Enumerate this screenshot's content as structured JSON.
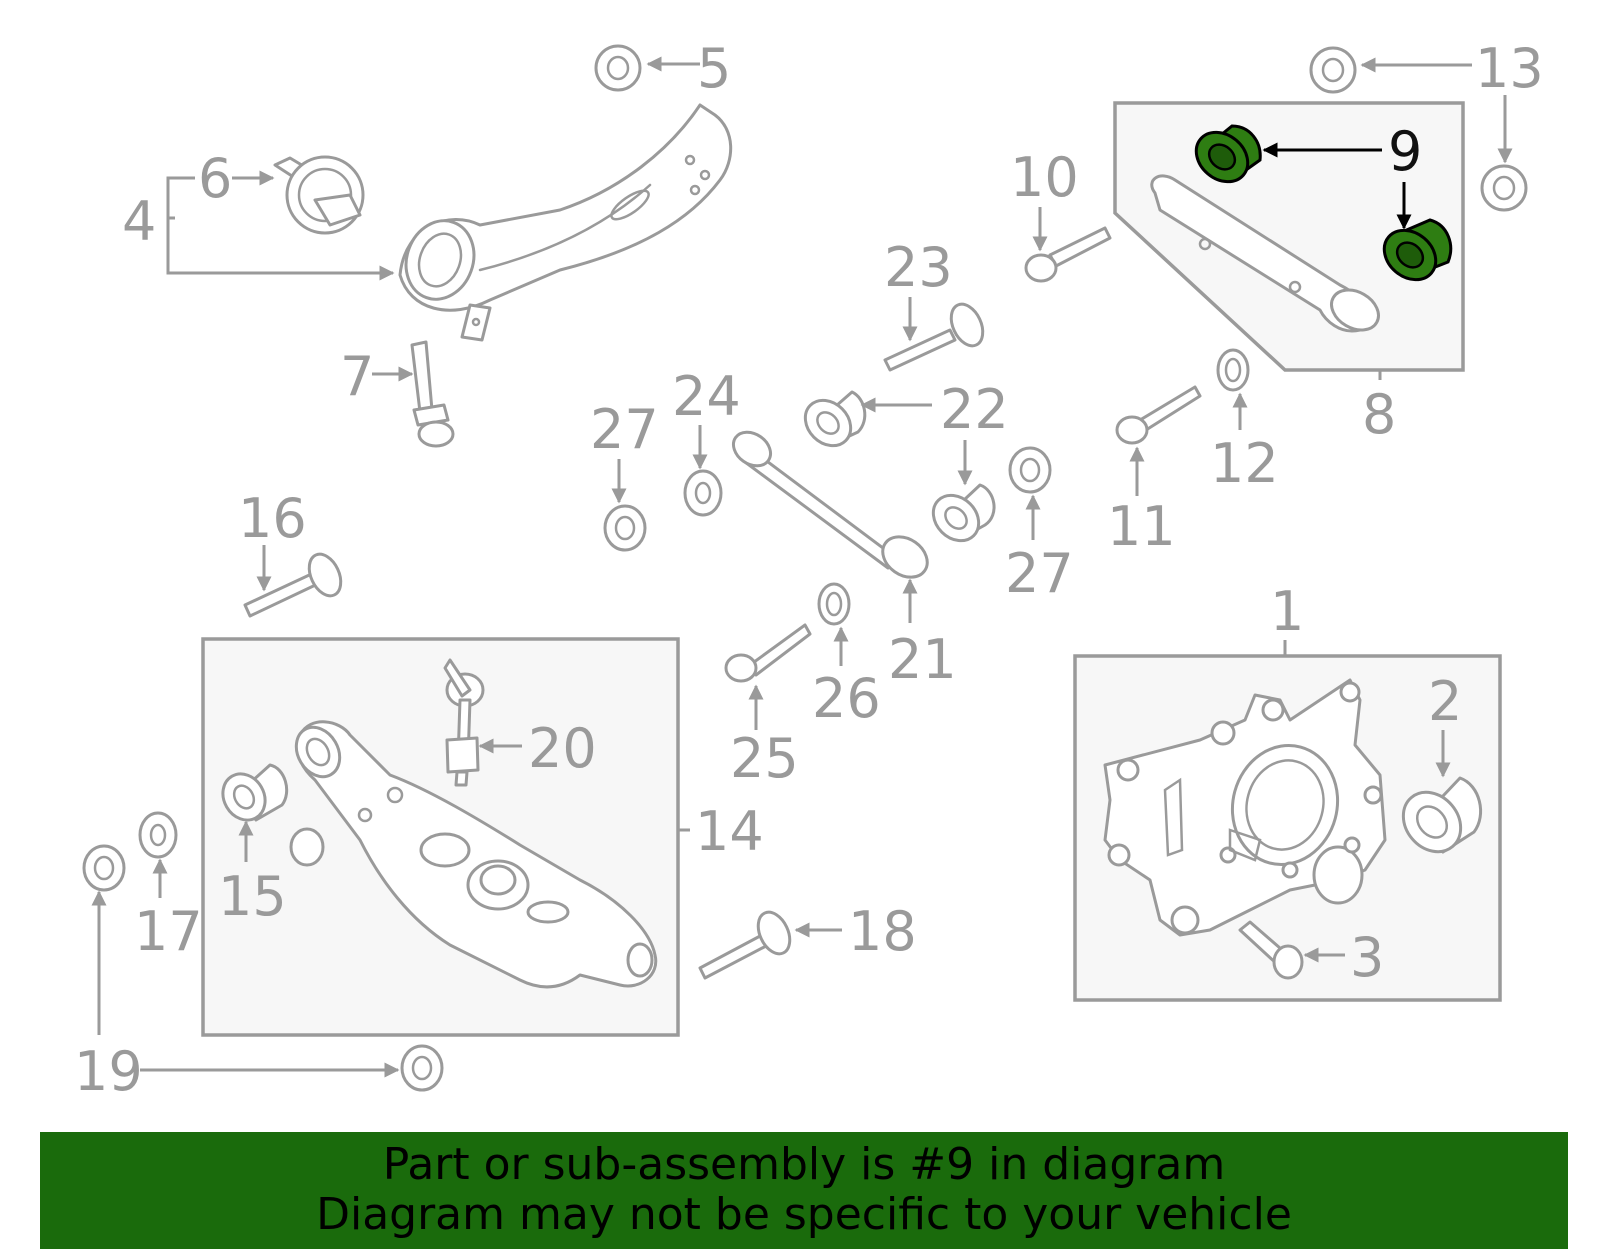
{
  "callouts": {
    "c1": "1",
    "c2": "2",
    "c3": "3",
    "c4": "4",
    "c5": "5",
    "c6": "6",
    "c7": "7",
    "c8": "8",
    "c9": "9",
    "c10": "10",
    "c11": "11",
    "c12": "12",
    "c13": "13",
    "c14": "14",
    "c15": "15",
    "c16": "16",
    "c17": "17",
    "c18": "18",
    "c19": "19",
    "c20": "20",
    "c21": "21",
    "c22": "22",
    "c23": "23",
    "c24": "24",
    "c25": "25",
    "c26": "26",
    "c27a": "27",
    "c27b": "27"
  },
  "highlighted_part": "9",
  "colors": {
    "highlight": "#2e7d12",
    "banner": "#1a6b0c",
    "linework": "#9a9a9a"
  },
  "banner": {
    "line1": "Part or sub-assembly is #9 in diagram",
    "line2": "Diagram may not be specific to your vehicle"
  }
}
